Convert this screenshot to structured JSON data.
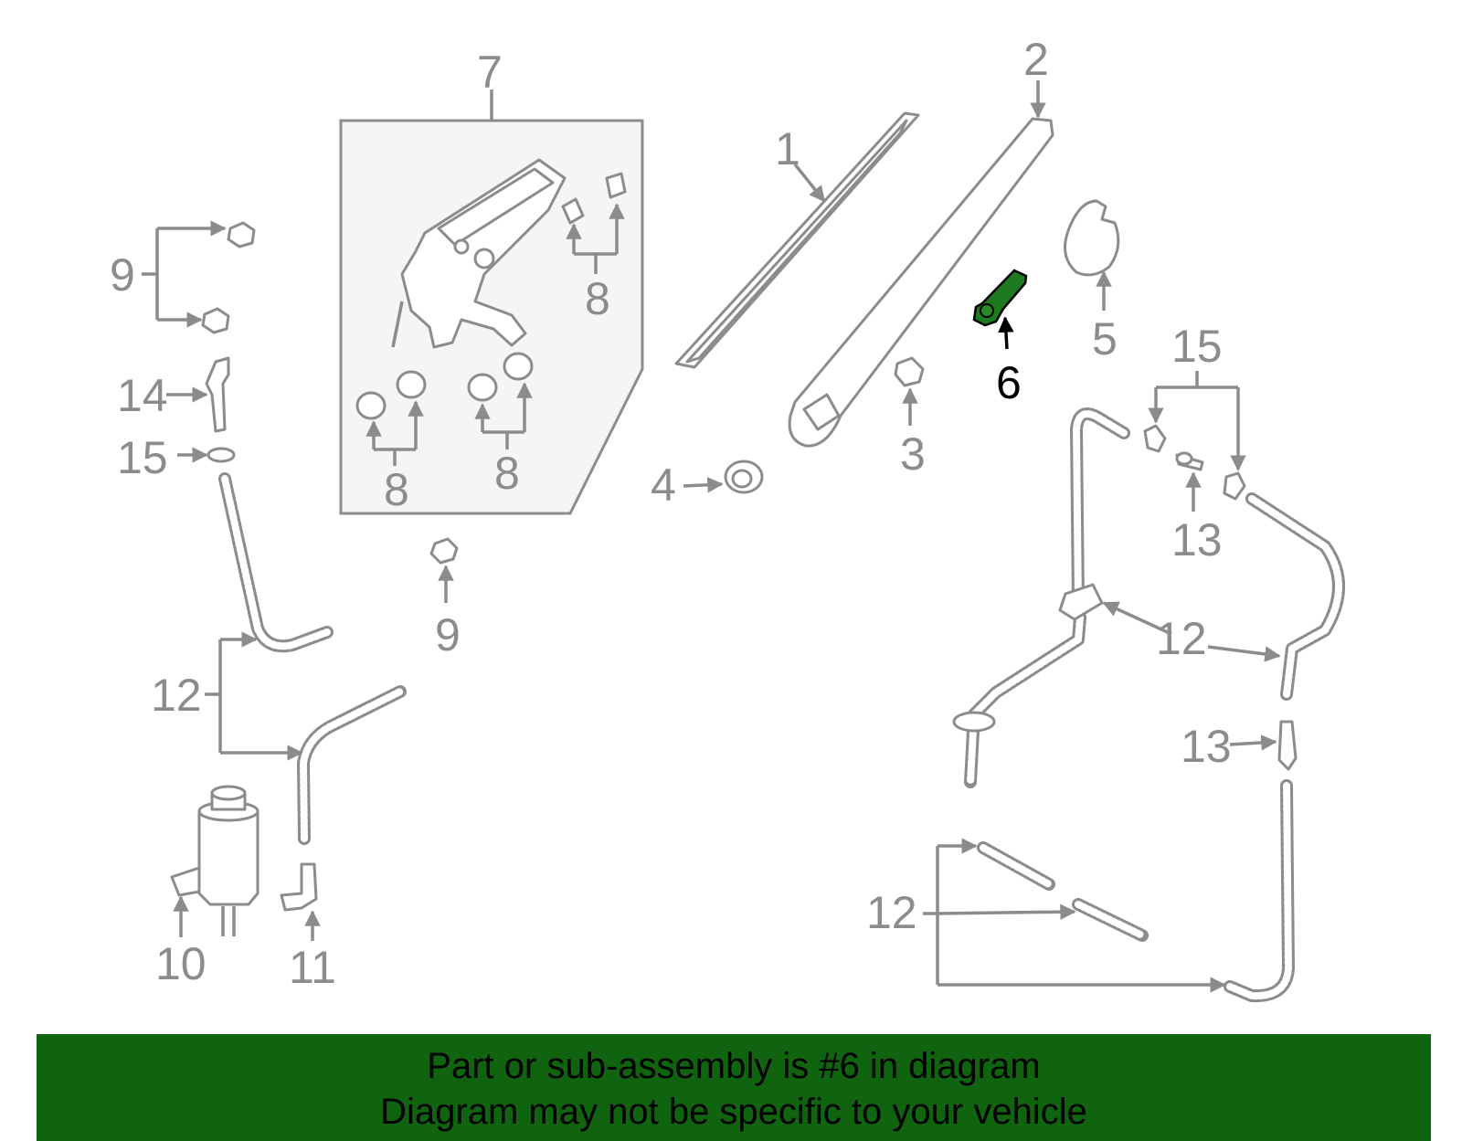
{
  "callouts": {
    "c1": "1",
    "c2": "2",
    "c3": "3",
    "c4": "4",
    "c5": "5",
    "c6": "6",
    "c7": "7",
    "c8a": "8",
    "c8b": "8",
    "c8c": "8",
    "c9a": "9",
    "c9b": "9",
    "c10": "10",
    "c11": "11",
    "c12a": "12",
    "c12b": "12",
    "c12c": "12",
    "c13a": "13",
    "c13b": "13",
    "c14": "14",
    "c15a": "15",
    "c15b": "15"
  },
  "highlight": {
    "part": "6",
    "color": "#1e7a1e"
  },
  "banner": {
    "line1": "Part or sub-assembly is #6 in diagram",
    "line2": "Diagram may not be specific to your vehicle",
    "color": "#106410"
  }
}
